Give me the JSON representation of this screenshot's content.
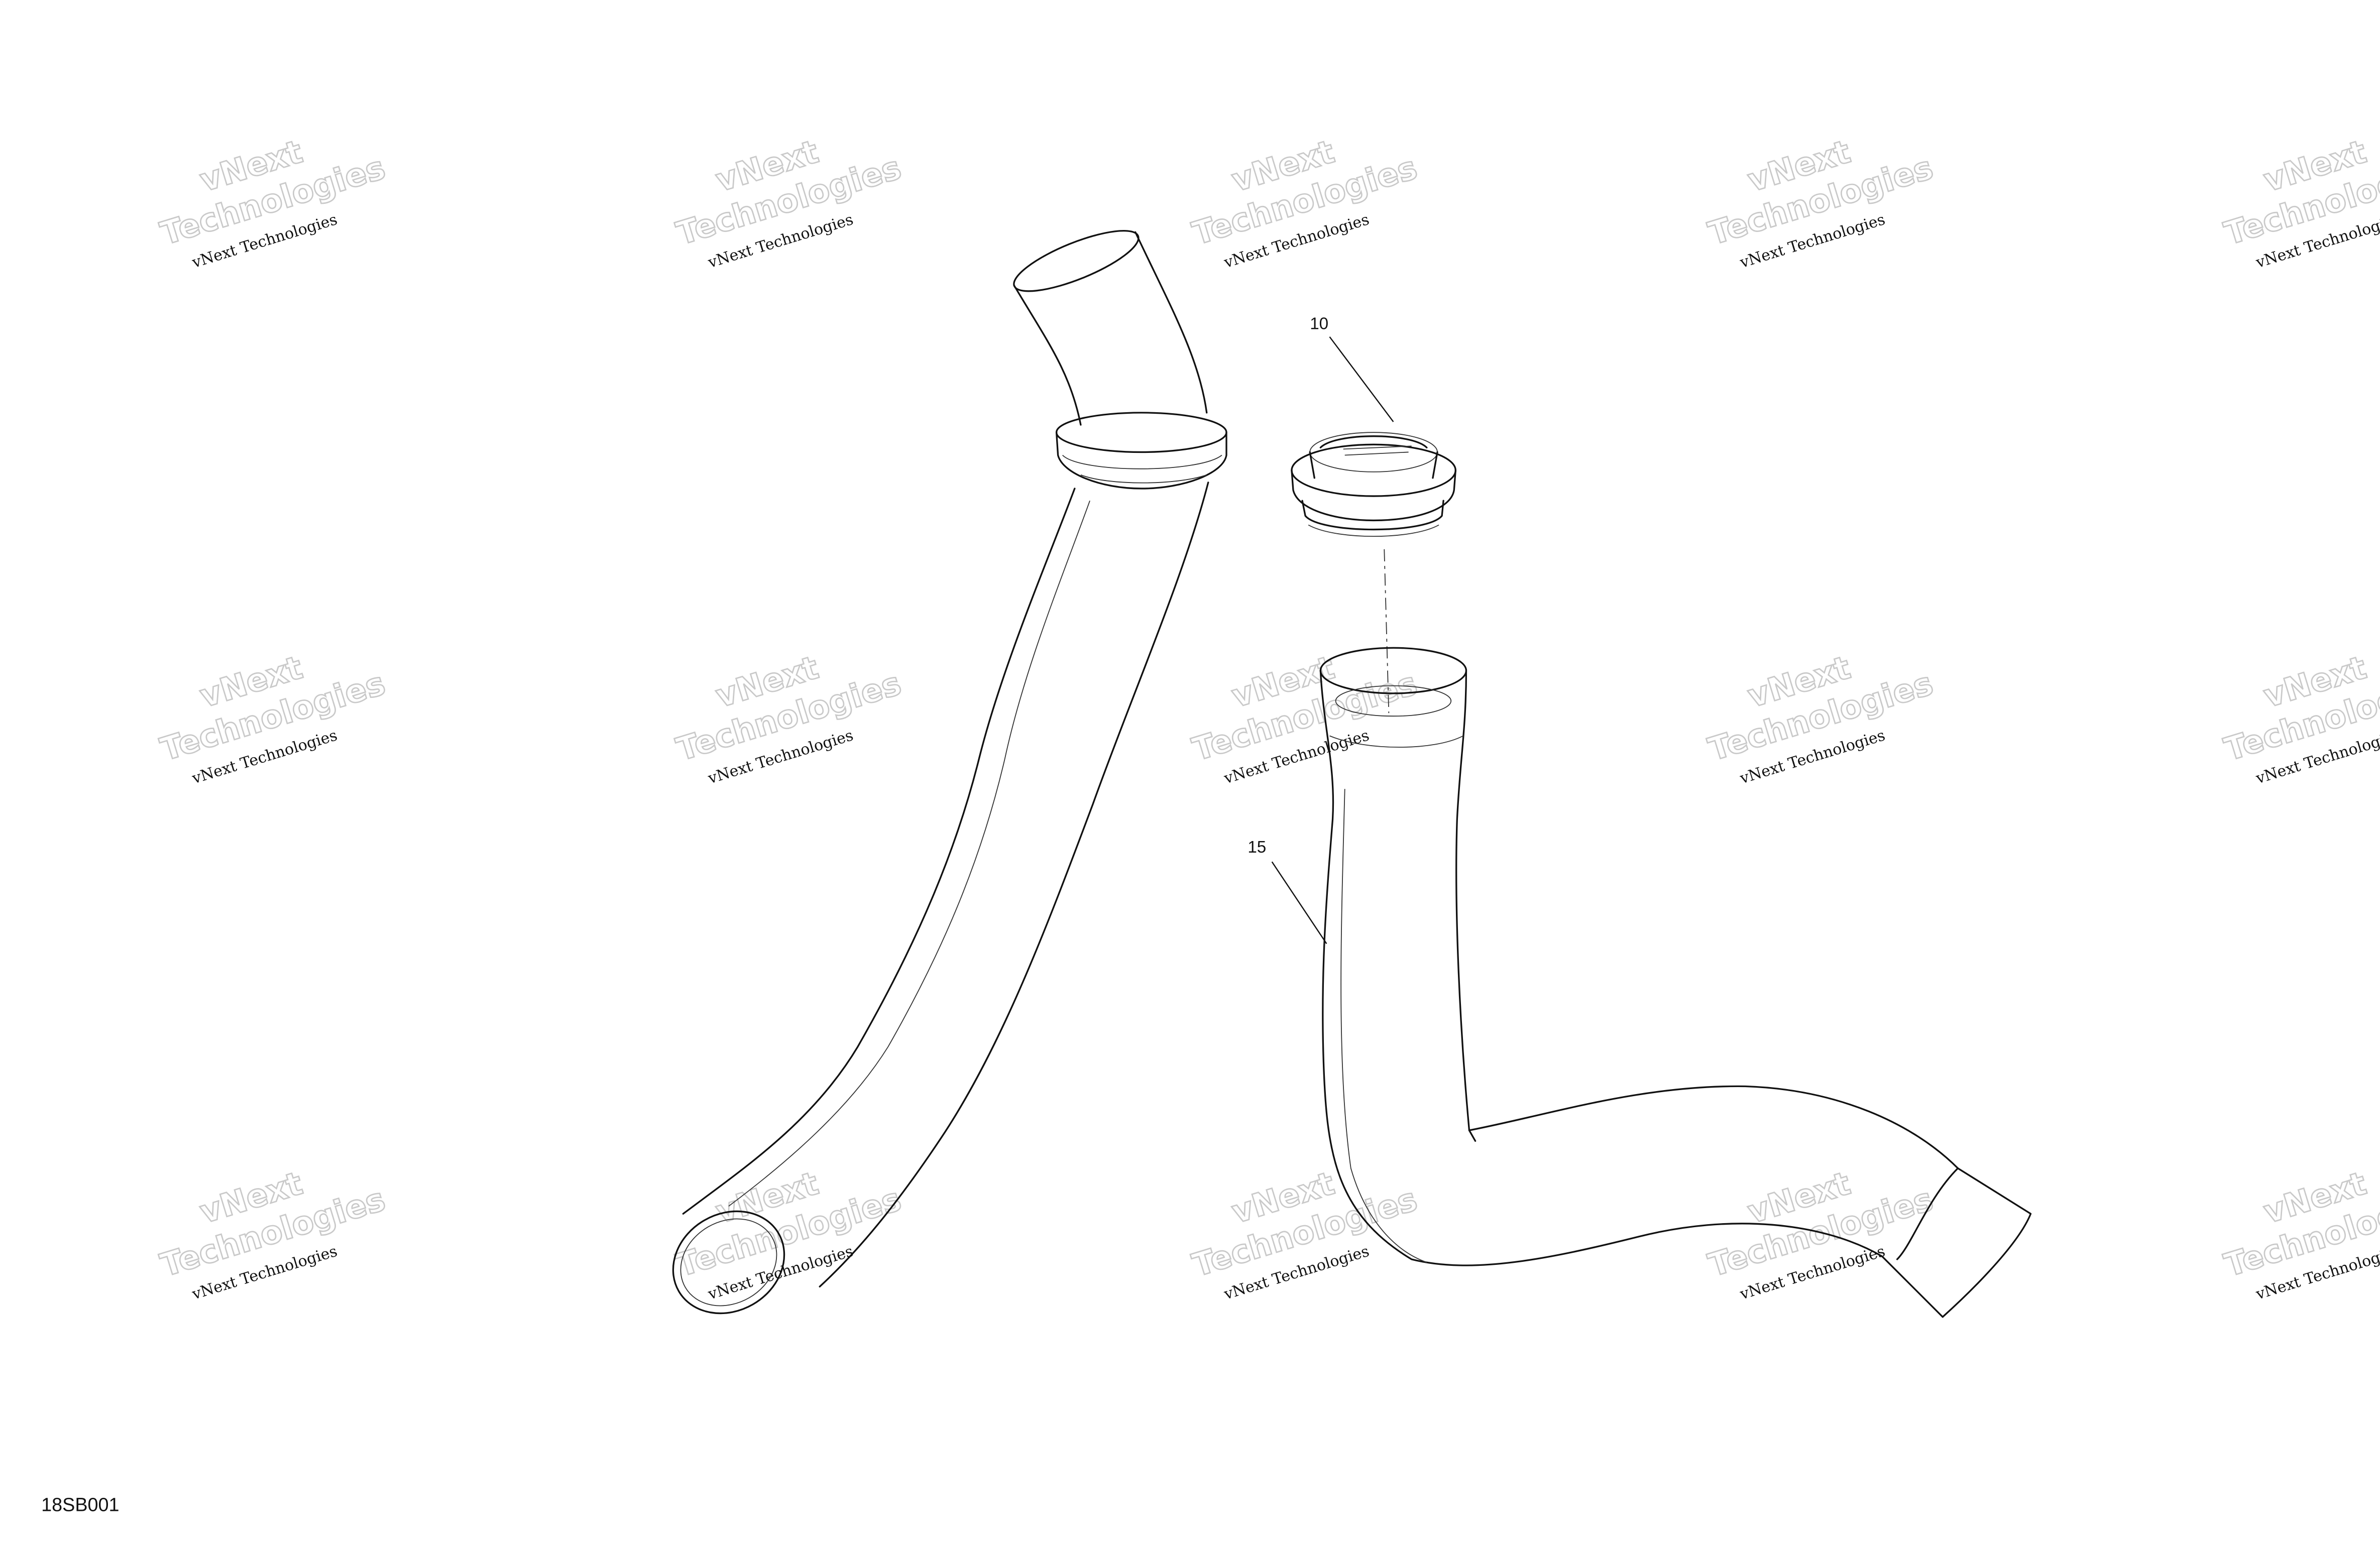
{
  "diagram": {
    "drawing_code": "18SB001",
    "callouts": [
      {
        "number": "10",
        "part": "ring"
      },
      {
        "number": "15",
        "part": "pipe"
      }
    ],
    "watermark": {
      "line_big_1": "vNext",
      "line_big_2": "Technologies",
      "line_small": "vNext Technologies"
    }
  }
}
